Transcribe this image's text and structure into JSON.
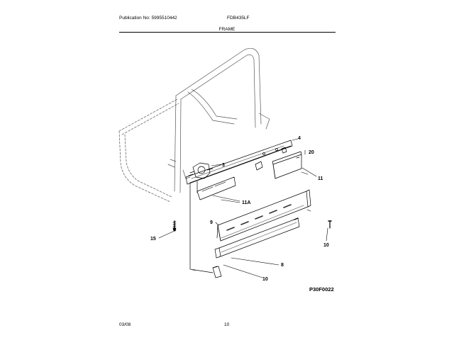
{
  "header": {
    "publication": "Publication No: 5995510442",
    "model": "FDB435LF",
    "section_title": "FRAME"
  },
  "diagram": {
    "callouts": {
      "c3": "3",
      "c4": "4",
      "c20": "20",
      "c11": "11",
      "c11a": "11A",
      "c9": "9",
      "c15": "15",
      "c10a": "10",
      "c8": "8",
      "c10b": "10"
    },
    "drawing_code": "P30F0022"
  },
  "footer": {
    "date": "03/08",
    "page": "10"
  }
}
